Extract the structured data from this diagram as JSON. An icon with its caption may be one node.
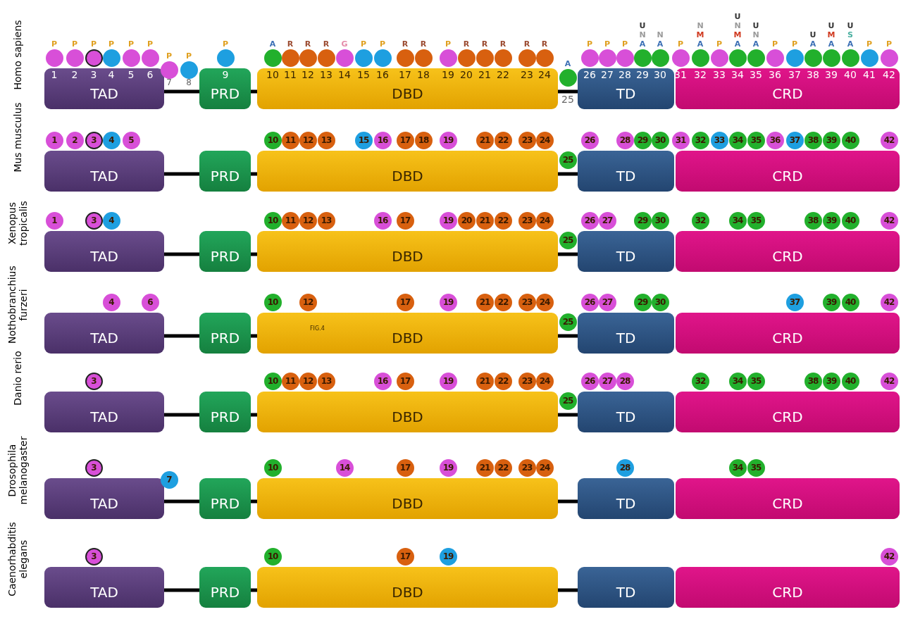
{
  "diagram": {
    "nodes": [
      {
        "text": [
          "TAD"
        ]
      },
      {
        "text": [
          "PRD"
        ]
      },
      {
        "text": [
          "DBD"
        ]
      },
      {
        "text": [
          "TD"
        ]
      },
      {
        "text": [
          "CRD"
        ]
      },
      {
        "text": [],
        "shape": "circle",
        "beside": [
          "P",
          "1"
        ]
      },
      {
        "text": [],
        "shape": "circle",
        "beside": [
          "P",
          "2"
        ]
      },
      {
        "text": [],
        "shape": "circle",
        "beside": [
          "P",
          "3"
        ]
      },
      {
        "text": [],
        "shape": "circle",
        "beside": [
          "P",
          "4"
        ]
      },
      {
        "text": [],
        "shape": "circle",
        "beside": [
          "P",
          "5"
        ]
      },
      {
        "text": [],
        "shape": "circle",
        "beside": [
          "P",
          "6"
        ]
      },
      {
        "text": [],
        "shape": "circle",
        "beside": [
          "P",
          "7"
        ]
      },
      {
        "text": [],
        "shape": "circle",
        "beside": [
          "P",
          "8"
        ]
      },
      {
        "text": [],
        "shape": "circle",
        "beside": [
          "P",
          "9"
        ]
      },
      {
        "text": [],
        "shape": "circle",
        "beside": [
          "A",
          "10"
        ]
      },
      {
        "text": [],
        "shape": "circle",
        "beside": [
          "R",
          "11"
        ]
      },
      {
        "text": [],
        "shape": "circle",
        "beside": [
          "R",
          "12"
        ]
      },
      {
        "text": [],
        "shape": "circle",
        "beside": [
          "R",
          "13"
        ]
      },
      {
        "text": [],
        "shape": "circle",
        "beside": [
          "G",
          "14"
        ]
      },
      {
        "text": [],
        "shape": "circle",
        "beside": [
          "P",
          "15"
        ]
      },
      {
        "text": [],
        "shape": "circle",
        "beside": [
          "P",
          "16"
        ]
      },
      {
        "text": [],
        "shape": "circle",
        "beside": [
          "R",
          "17"
        ]
      },
      {
        "text": [],
        "shape": "circle",
        "beside": [
          "R",
          "18"
        ]
      },
      {
        "text": [],
        "shape": "circle",
        "beside": [
          "P",
          "19"
        ]
      },
      {
        "text": [],
        "shape": "circle",
        "beside": [
          "R",
          "20"
        ]
      },
      {
        "text": [],
        "shape": "circle",
        "beside": [
          "R",
          "21"
        ]
      },
      {
        "text": [],
        "shape": "circle",
        "beside": [
          "R",
          "22"
        ]
      },
      {
        "text": [],
        "shape": "circle",
        "beside": [
          "R",
          "23"
        ]
      },
      {
        "text": [],
        "shape": "circle",
        "beside": [
          "R",
          "24"
        ]
      },
      {
        "text": [],
        "shape": "circle",
        "beside": [
          "A",
          "25"
        ]
      },
      {
        "text": [],
        "shape": "circle",
        "beside": [
          "P",
          "26"
        ]
      },
      {
        "text": [],
        "shape": "circle",
        "beside": [
          "P",
          "27"
        ]
      },
      {
        "text": [],
        "shape": "circle",
        "beside": [
          "P",
          "28"
        ]
      },
      {
        "text": [],
        "shape": "circle",
        "beside": [
          "U",
          "N",
          "A",
          "29"
        ]
      },
      {
        "text": [],
        "shape": "circle",
        "beside": [
          "N",
          "A",
          "30"
        ]
      },
      {
        "text": [],
        "shape": "circle",
        "beside": [
          "P",
          "31"
        ]
      },
      {
        "text": [],
        "shape": "circle",
        "beside": [
          "N",
          "M",
          "A",
          "32"
        ]
      },
      {
        "text": [],
        "shape": "circle",
        "beside": [
          "P",
          "33"
        ]
      },
      {
        "text": [],
        "shape": "circle",
        "beside": [
          "U",
          "N",
          "M",
          "A",
          "34"
        ]
      },
      {
        "text": [],
        "shape": "circle",
        "beside": [
          "U",
          "N",
          "A",
          "35"
        ]
      },
      {
        "text": [],
        "shape": "circle",
        "beside": [
          "P",
          "36"
        ]
      },
      {
        "text": [],
        "shape": "circle",
        "beside": [
          "P",
          "37"
        ]
      },
      {
        "text": [],
        "shape": "circle",
        "beside": [
          "U",
          "A",
          "38"
        ]
      },
      {
        "text": [],
        "shape": "circle",
        "beside": [
          "U",
          "M",
          "A",
          "39"
        ]
      },
      {
        "text": [],
        "shape": "circle",
        "beside": [
          "U",
          "S",
          "A",
          "40"
        ]
      },
      {
        "text": [],
        "shape": "circle",
        "beside": [
          "P",
          "41"
        ]
      },
      {
        "text": [],
        "shape": "circle",
        "beside": [
          "P",
          "42"
        ]
      },
      {
        "text": [
          "TAD"
        ]
      },
      {
        "text": [
          "PRD"
        ]
      },
      {
        "text": [
          "DBD"
        ]
      },
      {
        "text": [
          "TD"
        ]
      },
      {
        "text": [
          "CRD"
        ]
      },
      {
        "text": [
          "1"
        ]
      },
      {
        "text": [
          "2"
        ]
      },
      {
        "text": [
          "3"
        ]
      },
      {
        "text": [
          "4"
        ]
      },
      {
        "text": [
          "5"
        ]
      },
      {
        "text": [
          "10"
        ]
      },
      {
        "text": [
          "11"
        ]
      },
      {
        "text": [
          "12"
        ]
      },
      {
        "text": [
          "13"
        ]
      },
      {
        "text": [
          "15"
        ]
      },
      {
        "text": [
          "16"
        ]
      },
      {
        "text": [
          "17"
        ]
      },
      {
        "text": [
          "18"
        ]
      },
      {
        "text": [
          "19"
        ]
      },
      {
        "text": [
          "21"
        ]
      },
      {
        "text": [
          "22"
        ]
      },
      {
        "text": [
          "23"
        ]
      },
      {
        "text": [
          "24"
        ]
      },
      {
        "text": [
          "25"
        ]
      },
      {
        "text": [
          "26"
        ]
      },
      {
        "text": [
          "28"
        ]
      },
      {
        "text": [
          "29"
        ]
      },
      {
        "text": [
          "30"
        ]
      },
      {
        "text": [
          "31"
        ]
      },
      {
        "text": [
          "32"
        ]
      },
      {
        "text": [
          "33"
        ]
      },
      {
        "text": [
          "34"
        ]
      },
      {
        "text": [
          "35"
        ]
      },
      {
        "text": [
          "36"
        ]
      },
      {
        "text": [
          "37"
        ]
      },
      {
        "text": [
          "38"
        ]
      },
      {
        "text": [
          "39"
        ]
      },
      {
        "text": [
          "40"
        ]
      },
      {
        "text": [
          "42"
        ]
      },
      {
        "text": [
          "TAD"
        ]
      },
      {
        "text": [
          "PRD"
        ]
      },
      {
        "text": [
          "DBD"
        ]
      },
      {
        "text": [
          "TD"
        ]
      },
      {
        "text": [
          "CRD"
        ]
      },
      {
        "text": [
          "1"
        ]
      },
      {
        "text": [
          "3"
        ]
      },
      {
        "text": [
          "4"
        ]
      },
      {
        "text": [
          "10"
        ]
      },
      {
        "text": [
          "11"
        ]
      },
      {
        "text": [
          "12"
        ]
      },
      {
        "text": [
          "13"
        ]
      },
      {
        "text": [
          "16"
        ]
      },
      {
        "text": [
          "17"
        ]
      },
      {
        "text": [
          "19"
        ]
      },
      {
        "text": [
          "20"
        ]
      },
      {
        "text": [
          "21"
        ]
      },
      {
        "text": [
          "22"
        ]
      },
      {
        "text": [
          "23"
        ]
      },
      {
        "text": [
          "24"
        ]
      },
      {
        "text": [
          "25"
        ]
      },
      {
        "text": [
          "26"
        ]
      },
      {
        "text": [
          "27"
        ]
      },
      {
        "text": [
          "29"
        ]
      },
      {
        "text": [
          "30"
        ]
      },
      {
        "text": [
          "32"
        ]
      },
      {
        "text": [
          "34"
        ]
      },
      {
        "text": [
          "35"
        ]
      },
      {
        "text": [
          "38"
        ]
      },
      {
        "text": [
          "39"
        ]
      },
      {
        "text": [
          "40"
        ]
      },
      {
        "text": [
          "42"
        ]
      },
      {
        "text": [
          "TAD"
        ]
      },
      {
        "text": [
          "PRD"
        ]
      },
      {
        "text": [
          "DBD"
        ]
      },
      {
        "text": [
          "TD"
        ]
      },
      {
        "text": [
          "CRD"
        ]
      },
      {
        "text": [
          "4"
        ]
      },
      {
        "text": [
          "6"
        ]
      },
      {
        "text": [
          "10"
        ]
      },
      {
        "text": [
          "12"
        ]
      },
      {
        "text": [
          "17"
        ]
      },
      {
        "text": [
          "19"
        ]
      },
      {
        "text": [
          "21"
        ]
      },
      {
        "text": [
          "22"
        ]
      },
      {
        "text": [
          "23"
        ]
      },
      {
        "text": [
          "24"
        ]
      },
      {
        "text": [
          "25"
        ]
      },
      {
        "text": [
          "26"
        ]
      },
      {
        "text": [
          "27"
        ]
      },
      {
        "text": [
          "29"
        ]
      },
      {
        "text": [
          "30"
        ]
      },
      {
        "text": [
          "37"
        ]
      },
      {
        "text": [
          "39"
        ]
      },
      {
        "text": [
          "40"
        ]
      },
      {
        "text": [
          "42"
        ]
      },
      {
        "text": [
          "TAD"
        ]
      },
      {
        "text": [
          "PRD"
        ]
      },
      {
        "text": [
          "DBD"
        ]
      },
      {
        "text": [
          "TD"
        ]
      },
      {
        "text": [
          "CRD"
        ]
      },
      {
        "text": [
          "3"
        ]
      },
      {
        "text": [
          "10"
        ]
      },
      {
        "text": [
          "11"
        ]
      },
      {
        "text": [
          "12"
        ]
      },
      {
        "text": [
          "13"
        ]
      },
      {
        "text": [
          "16"
        ]
      },
      {
        "text": [
          "17"
        ]
      },
      {
        "text": [
          "19"
        ]
      },
      {
        "text": [
          "21"
        ]
      },
      {
        "text": [
          "22"
        ]
      },
      {
        "text": [
          "23"
        ]
      },
      {
        "text": [
          "24"
        ]
      },
      {
        "text": [
          "25"
        ]
      },
      {
        "text": [
          "26"
        ]
      },
      {
        "text": [
          "27"
        ]
      },
      {
        "text": [
          "28"
        ]
      },
      {
        "text": [
          "32"
        ]
      },
      {
        "text": [
          "34"
        ]
      },
      {
        "text": [
          "35"
        ]
      },
      {
        "text": [
          "38"
        ]
      },
      {
        "text": [
          "39"
        ]
      },
      {
        "text": [
          "40"
        ]
      },
      {
        "text": [
          "42"
        ]
      },
      {
        "text": [
          "TAD"
        ]
      },
      {
        "text": [
          "PRD"
        ]
      },
      {
        "text": [
          "DBD"
        ]
      },
      {
        "text": [
          "TD"
        ]
      },
      {
        "text": [
          "CRD"
        ]
      },
      {
        "text": [
          "3"
        ]
      },
      {
        "text": [
          "7"
        ]
      },
      {
        "text": [
          "10"
        ]
      },
      {
        "text": [
          "14"
        ]
      },
      {
        "text": [
          "17"
        ]
      },
      {
        "text": [
          "19"
        ]
      },
      {
        "text": [
          "21"
        ]
      },
      {
        "text": [
          "22"
        ]
      },
      {
        "text": [
          "23"
        ]
      },
      {
        "text": [
          "24"
        ]
      },
      {
        "text": [
          "28"
        ]
      },
      {
        "text": [
          "34"
        ]
      },
      {
        "text": [
          "35"
        ]
      },
      {
        "text": [
          "TAD"
        ]
      },
      {
        "text": [
          "PRD"
        ]
      },
      {
        "text": [
          "DBD"
        ]
      },
      {
        "text": [
          "TD"
        ]
      },
      {
        "text": [
          "CRD"
        ]
      },
      {
        "text": [
          "3"
        ]
      },
      {
        "text": [
          "10"
        ]
      },
      {
        "text": [
          "17"
        ]
      },
      {
        "text": [
          "19"
        ]
      },
      {
        "text": [
          "42"
        ]
      }
    ],
    "edges": [
      {
        "from": 0,
        "to": 1,
        "arrow": "none"
      },
      {
        "from": 1,
        "to": 2,
        "arrow": "none"
      },
      {
        "from": 2,
        "to": 3,
        "arrow": "none"
      },
      {
        "from": 47,
        "to": 48,
        "arrow": "none"
      },
      {
        "from": 48,
        "to": 49,
        "arrow": "none"
      },
      {
        "from": 49,
        "to": 50,
        "arrow": "none"
      },
      {
        "from": 86,
        "to": 87,
        "arrow": "none"
      },
      {
        "from": 87,
        "to": 88,
        "arrow": "none"
      },
      {
        "from": 88,
        "to": 89,
        "arrow": "none"
      },
      {
        "from": 118,
        "to": 119,
        "arrow": "none"
      },
      {
        "from": 119,
        "to": 120,
        "arrow": "none"
      },
      {
        "from": 120,
        "to": 121,
        "arrow": "none"
      },
      {
        "from": 142,
        "to": 143,
        "arrow": "none"
      },
      {
        "from": 143,
        "to": 144,
        "arrow": "none"
      },
      {
        "from": 144,
        "to": 145,
        "arrow": "none"
      },
      {
        "from": 170,
        "to": 171,
        "arrow": "none"
      },
      {
        "from": 171,
        "to": 172,
        "arrow": "none"
      },
      {
        "from": 172,
        "to": 173,
        "arrow": "none"
      },
      {
        "from": 188,
        "to": 189,
        "arrow": "none"
      },
      {
        "from": 189,
        "to": 190,
        "arrow": "none"
      },
      {
        "from": 190,
        "to": 191,
        "arrow": "none"
      }
    ],
    "labels": [
      "Homo sapiens",
      "Mus musculus",
      "Xenopus tropicalis",
      "Nothobranchius furzeri",
      "FIG.4",
      "Danio rerio",
      "Drosophila melanogaster",
      "Caenorhabditis elegans"
    ]
  }
}
